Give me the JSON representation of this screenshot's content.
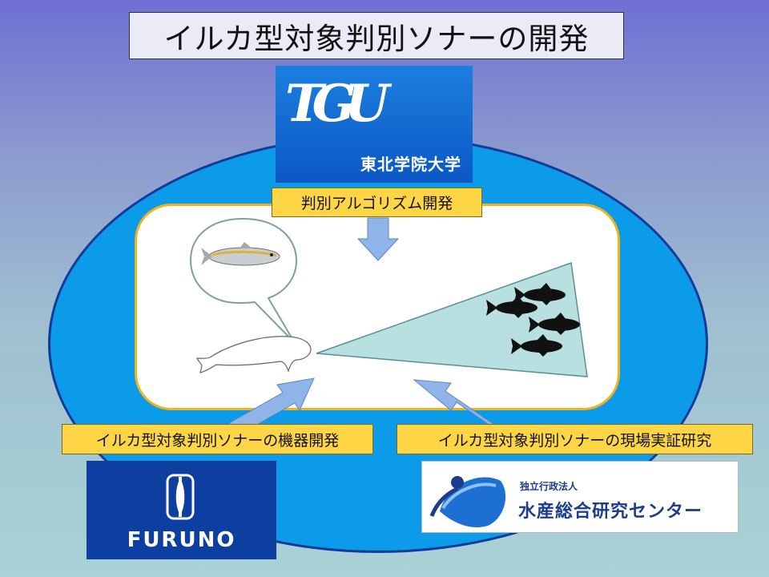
{
  "title": "イルカ型対象判別ソナーの開発",
  "labels": {
    "algorithm": "判別アルゴリズム開発",
    "device": "イルカ型対象判別ソナーの機器開発",
    "field": "イルカ型対象判別ソナーの現場実証研究"
  },
  "logos": {
    "tgu": {
      "mark": "TGU",
      "name": "東北学院大学",
      "color": "#0b58c4"
    },
    "furuno": {
      "name": "FURUNO",
      "color": "#0d3fa0"
    },
    "fra": {
      "small": "独立行政法人",
      "big": "水産総合研究センター",
      "color": "#1b3d8c"
    }
  },
  "colors": {
    "ellipse": "#0b9be8",
    "panel_border": "#f1b21b",
    "label_bg": "#fed545",
    "arrow": "#8fb4e8",
    "sonar_beam": "#b9e0e0"
  },
  "icons": [
    "dolphin-icon",
    "fish-icon",
    "fish-school-icon",
    "arrow-icon"
  ]
}
